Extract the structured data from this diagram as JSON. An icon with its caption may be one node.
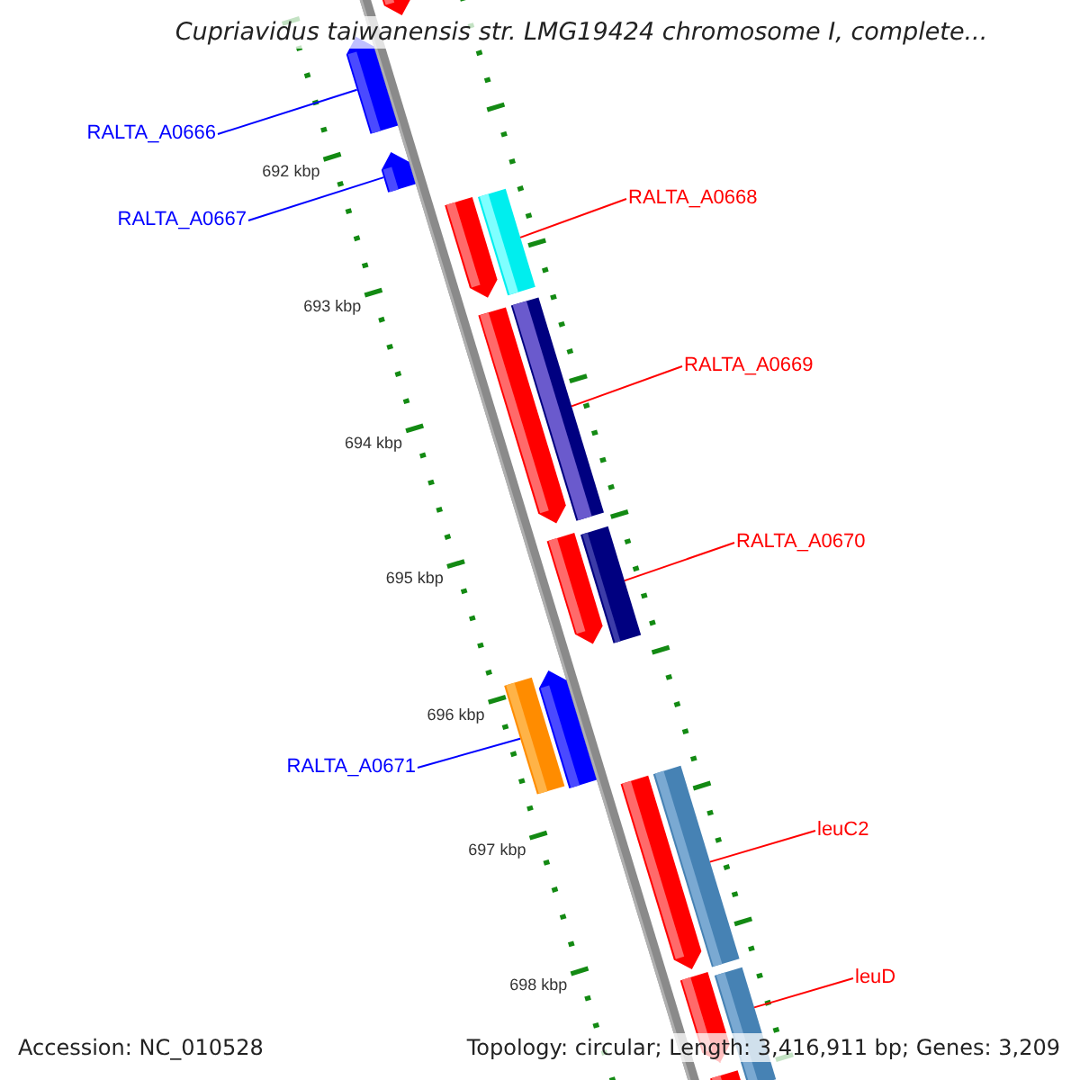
{
  "diagram": {
    "title": "Cupriavidus taiwanensis str. LMG19424 chromosome I, complete...",
    "nodes": [
      {
        "text": [
          "RALTA_A0666"
        ]
      },
      {
        "text": [],
        "shape": "arrow"
      },
      {
        "text": [
          "RALTA_A0667"
        ]
      },
      {
        "text": [],
        "shape": "arrow"
      },
      {
        "text": [
          "RALTA_A0668"
        ]
      },
      {
        "text": [],
        "shape": "bar"
      },
      {
        "text": [
          "RALTA_A0669"
        ]
      },
      {
        "text": [],
        "shape": "bar"
      },
      {
        "text": [
          "RALTA_A0670"
        ]
      },
      {
        "text": [],
        "shape": "bar"
      },
      {
        "text": [
          "RALTA_A0671"
        ]
      },
      {
        "text": [],
        "shape": "bar"
      },
      {
        "text": [
          "leuC2"
        ]
      },
      {
        "text": [],
        "shape": "bar"
      },
      {
        "text": [
          "leuD"
        ]
      },
      {
        "text": [],
        "shape": "bar"
      }
    ],
    "edges": [
      {
        "from": 0,
        "to": 1,
        "arrow": "none",
        "color": "#0000ff"
      },
      {
        "from": 2,
        "to": 3,
        "arrow": "none",
        "color": "#0000ff"
      },
      {
        "from": 4,
        "to": 5,
        "arrow": "none",
        "color": "#ff0000"
      },
      {
        "from": 6,
        "to": 7,
        "arrow": "none",
        "color": "#ff0000"
      },
      {
        "from": 8,
        "to": 9,
        "arrow": "none",
        "color": "#ff0000"
      },
      {
        "from": 10,
        "to": 11,
        "arrow": "none",
        "color": "#0000ff"
      },
      {
        "from": 12,
        "to": 13,
        "arrow": "none",
        "color": "#ff0000"
      },
      {
        "from": 14,
        "to": 15,
        "arrow": "none",
        "color": "#ff0000"
      }
    ],
    "labels": [
      "692 kbp",
      "693 kbp",
      "694 kbp",
      "695 kbp",
      "696 kbp",
      "697 kbp",
      "698 kbp",
      "Accession: NC_010528",
      "Topology: circular; Length: 3,416,911 bp; Genes: 3,209"
    ]
  }
}
